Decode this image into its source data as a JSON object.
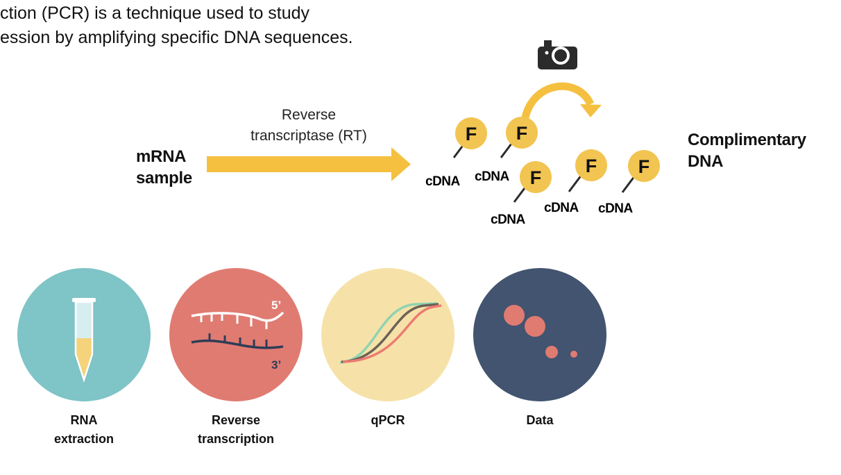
{
  "intro": {
    "line1": "ction (PCR) is a technique used to study",
    "line2": "ession by amplifying specific DNA sequences."
  },
  "reaction": {
    "input_label_1": "mRNA",
    "input_label_2": "sample",
    "enzyme_label_1": "Reverse",
    "enzyme_label_2": "transcriptase (RT)",
    "output_label_1": "Complimentary",
    "output_label_2": "DNA",
    "fluor_letter": "F",
    "cdna_labels": [
      "cDNA",
      "cDNA",
      "cDNA",
      "cDNA",
      "cDNA"
    ],
    "camera_icon": "camera-icon"
  },
  "stages": [
    {
      "line1": "RNA",
      "line2": "extraction",
      "icon": "test-tube-icon",
      "color": "#7fc4c7"
    },
    {
      "line1": "Reverse",
      "line2": "transcription",
      "icon": "dna-strand-icon",
      "color": "#e07b72",
      "end_top": "5’",
      "end_bottom": "3’"
    },
    {
      "line1": "qPCR",
      "line2": "",
      "icon": "amplification-curve-icon",
      "color": "#f6e2a8"
    },
    {
      "line1": "Data",
      "line2": "",
      "icon": "data-dots-icon",
      "color": "#42546f"
    }
  ],
  "colors": {
    "arrow": "#f5c040",
    "fluor": "#f2c451",
    "teal": "#7fc4c7",
    "coral": "#e07b72",
    "cream": "#f6e2a8",
    "navy": "#42546f",
    "dark": "#2b2b2b"
  }
}
